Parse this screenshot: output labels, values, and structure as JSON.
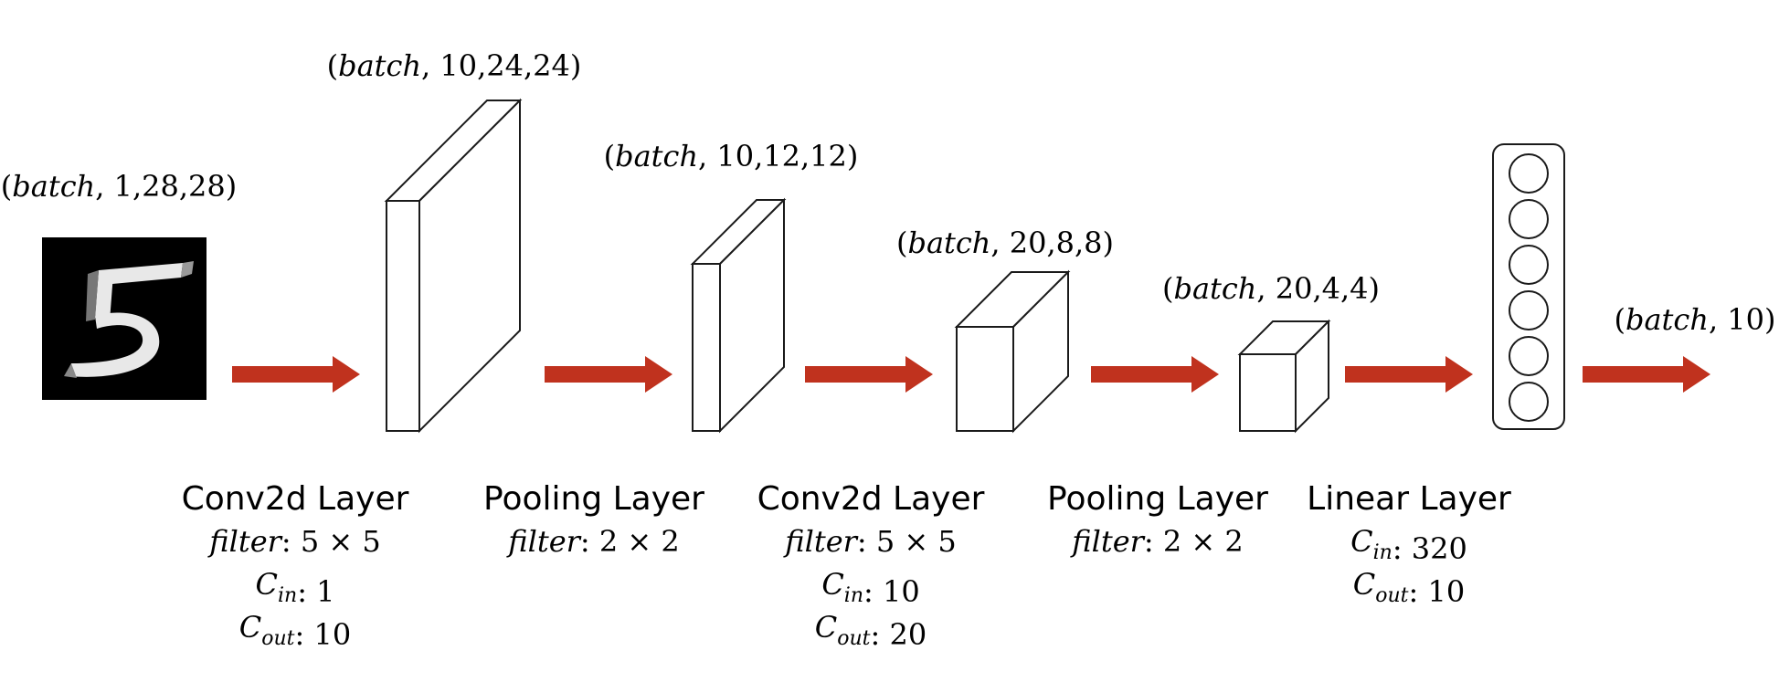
{
  "colors": {
    "arrow": "#c0321e",
    "outline": "#1a1a1a",
    "input_bg": "#000000"
  },
  "input_image": {
    "icon": "mnist-digit-five",
    "shape": "(batch, 1,28,28)"
  },
  "feature_maps": [
    {
      "shape": "(batch, 10,24,24)"
    },
    {
      "shape": "(batch, 10,12,12)"
    },
    {
      "shape": "(batch, 20,8,8)"
    },
    {
      "shape": "(batch, 20,4,4)"
    }
  ],
  "output": {
    "shape": "(batch, 10)",
    "neuron_count": 6
  },
  "layers": [
    {
      "title": "Conv2d Layer",
      "params": [
        "filter: 5 × 5",
        "Cin: 1",
        "Cout: 10"
      ]
    },
    {
      "title": "Pooling Layer",
      "params": [
        "filter: 2 × 2"
      ]
    },
    {
      "title": "Conv2d Layer",
      "params": [
        "filter: 5 × 5",
        "Cin: 10",
        "Cout: 20"
      ]
    },
    {
      "title": "Pooling Layer",
      "params": [
        "filter: 2 × 2"
      ]
    },
    {
      "title": "Linear Layer",
      "params": [
        "Cin: 320",
        "Cout: 10"
      ]
    }
  ]
}
